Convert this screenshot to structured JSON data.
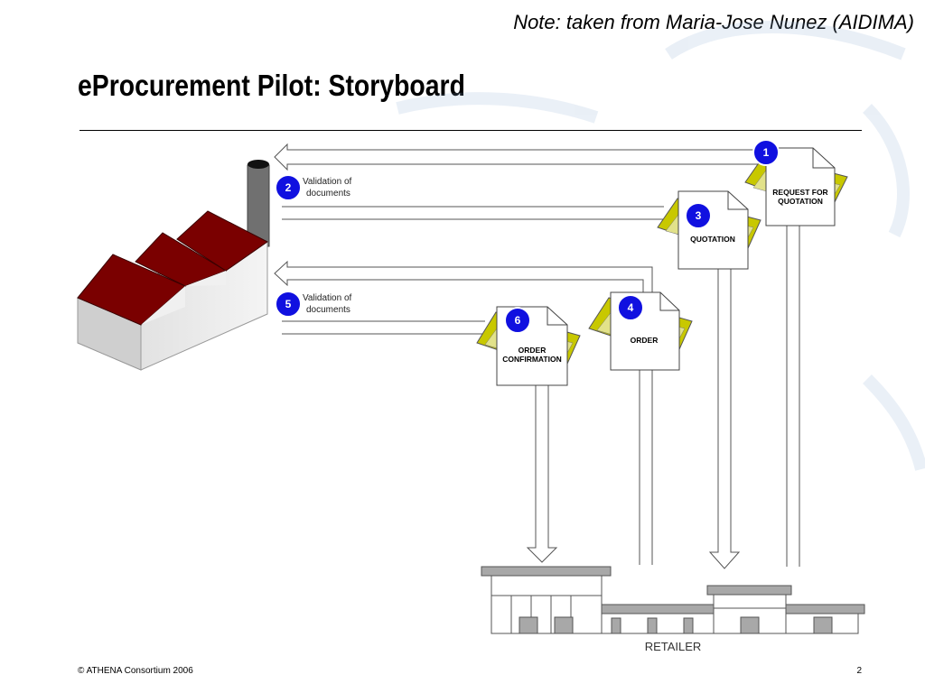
{
  "header": {
    "note": "Note: taken from Maria-Jose Nunez (AIDIMA)",
    "title": "eProcurement Pilot: Storyboard"
  },
  "diagram": {
    "steps": [
      {
        "number": "1",
        "label_lines": [
          "REQUEST FOR",
          "QUOTATION"
        ]
      },
      {
        "number": "2",
        "label_lines": [
          "Validation of",
          "documents"
        ]
      },
      {
        "number": "3",
        "label_lines": [
          "QUOTATION"
        ]
      },
      {
        "number": "4",
        "label_lines": [
          "ORDER"
        ]
      },
      {
        "number": "5",
        "label_lines": [
          "Validation of",
          "documents"
        ]
      },
      {
        "number": "6",
        "label_lines": [
          "ORDER",
          "CONFIRMATION"
        ]
      }
    ],
    "retailer_label": "RETAILER"
  },
  "footer": {
    "copyright": "© ATHENA Consortium 2006",
    "page_number": "2"
  },
  "colors": {
    "badge": "#1010e0",
    "roof": "#7a0000",
    "doc_accent": "#c8c800",
    "chimney": "#6e6e6e"
  }
}
